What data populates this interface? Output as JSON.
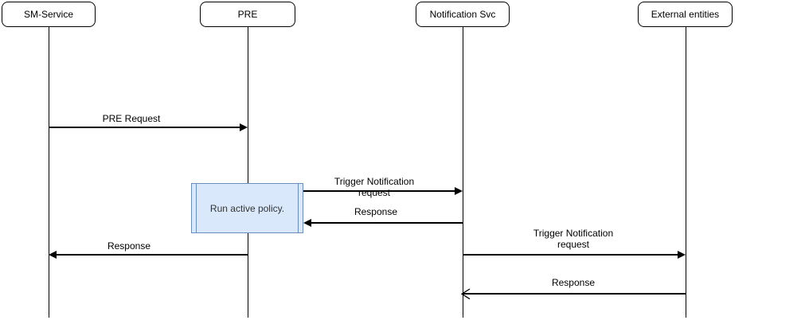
{
  "diagram": {
    "type": "sequence",
    "actors": [
      {
        "label": "SM-Service"
      },
      {
        "label": "PRE"
      },
      {
        "label": "Notification Svc"
      },
      {
        "label": "External entities"
      }
    ],
    "activation": {
      "label": "Run active policy.",
      "attached_to": "PRE"
    },
    "messages": [
      {
        "label": "PRE Request",
        "from": "SM-Service",
        "to": "PRE",
        "arrowhead": "filled"
      },
      {
        "label": "Trigger Notification request",
        "from": "PRE",
        "to": "Notification Svc",
        "arrowhead": "filled"
      },
      {
        "label": "Response",
        "from": "Notification Svc",
        "to": "PRE",
        "arrowhead": "filled"
      },
      {
        "label": "Response",
        "from": "PRE",
        "to": "SM-Service",
        "arrowhead": "filled"
      },
      {
        "label": "Trigger Notification request",
        "from": "Notification Svc",
        "to": "External entities",
        "arrowhead": "filled"
      },
      {
        "label": "Response",
        "from": "External entities",
        "to": "Notification Svc",
        "arrowhead": "open"
      }
    ],
    "colors": {
      "background": "#ffffff",
      "line": "#000000",
      "activation_fill": "#dae8fc",
      "activation_border": "#6c8ebf"
    }
  }
}
